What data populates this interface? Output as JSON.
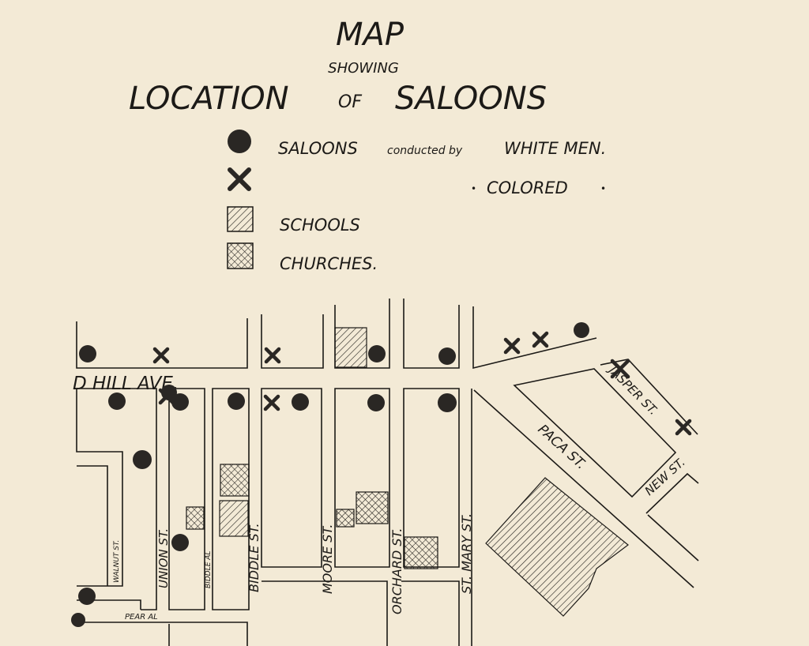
{
  "title": {
    "line1": "MAP",
    "line2": "SHOWING",
    "line3_a": "LOCATION",
    "line3_b": "OF",
    "line3_c": "SALOONS"
  },
  "legend": {
    "white": {
      "label_a": "SALOONS",
      "label_b": "conducted by",
      "label_c": "WHITE MEN."
    },
    "colored": {
      "label": "COLORED",
      "ditto_mark": "•"
    },
    "schools": {
      "label": "SCHOOLS"
    },
    "churches": {
      "label": "CHURCHES."
    }
  },
  "streets": {
    "hill_ave": "D HILL AVE.",
    "union": "UNION ST.",
    "biddle": "BIDDLE ST.",
    "moore": "MOORE ST.",
    "orchard": "ORCHARD ST.",
    "st_mary": "ST. MARY ST.",
    "paca": "PACA ST.",
    "jasper": "JASPER ST.",
    "new_st": "NEW ST.",
    "walnut": "WALNUT ST.",
    "biddle_al": "BIDDLE AL",
    "pear_al": "PEAR AL"
  },
  "colors": {
    "ink": "#1c1a17",
    "paper": "#f3ead6"
  }
}
